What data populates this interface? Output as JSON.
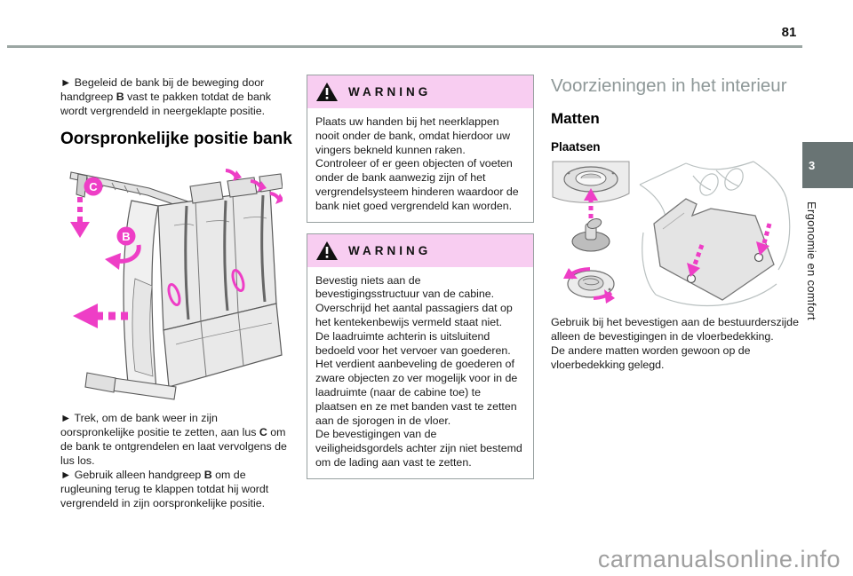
{
  "page": {
    "number": "81",
    "tab": {
      "number": "3",
      "label": "Ergonomie en comfort"
    },
    "watermark": "carmanualsonline.info"
  },
  "left_column": {
    "intro": {
      "pre": "►  Begeleid de bank bij de beweging door handgreep ",
      "bold": "B",
      "post": " vast te pakken totdat de bank wordt vergrendeld in neergeklapte positie."
    },
    "heading": "Oorspronkelijke positie bank",
    "illustration": {
      "label_c": "C",
      "label_b": "B"
    },
    "step1": {
      "pre": "►  Trek, om de bank weer in zijn oorspronkelijke positie te zetten, aan lus ",
      "bold": "C",
      "post": " om de bank te ontgrendelen en laat vervolgens de lus los."
    },
    "step2": {
      "pre": "►  Gebruik alleen handgreep ",
      "bold": "B",
      "post": " om de rugleuning terug te klappen totdat hij wordt vergrendeld in zijn oorspronkelijke positie."
    }
  },
  "warnings": [
    {
      "title": "WARNING",
      "lines": [
        "Plaats uw handen bij het neerklappen nooit onder de bank, omdat hierdoor uw vingers bekneld kunnen raken.",
        "Controleer of er geen objecten of voeten onder de bank aanwezig zijn of het vergrendelsysteem hinderen waardoor de bank niet goed vergrendeld kan worden."
      ]
    },
    {
      "title": "WARNING",
      "lines": [
        "Bevestig niets aan de bevestigingsstructuur van de cabine.",
        "Overschrijd het aantal passagiers dat op het kentekenbewijs vermeld staat niet.",
        "De laadruimte achterin is uitsluitend bedoeld voor het vervoer van goederen.",
        "Het verdient aanbeveling de goederen of zware objecten zo ver mogelijk voor in de laadruimte (naar de cabine toe) te plaatsen en ze met banden vast te zetten aan de sjorogen in de vloer.",
        "De bevestigingen van de veiligheidsgordels achter zijn niet bestemd om de lading aan vast te zetten."
      ]
    }
  ],
  "right_column": {
    "section_title": "Voorzieningen in het interieur",
    "heading": "Matten",
    "subheading": "Plaatsen",
    "lines": [
      "Gebruik bij het bevestigen aan de bestuurderszijde alleen de bevestigingen in de vloerbedekking.",
      "De andere matten worden gewoon op de vloerbedekking gelegd."
    ]
  },
  "colors": {
    "accent_magenta": "#ee3ec6",
    "warning_header_bg": "#f8cdf1",
    "tab_bg": "#697474",
    "heading_gray": "#8e9898",
    "rule_gray": "#9ba6a3"
  }
}
